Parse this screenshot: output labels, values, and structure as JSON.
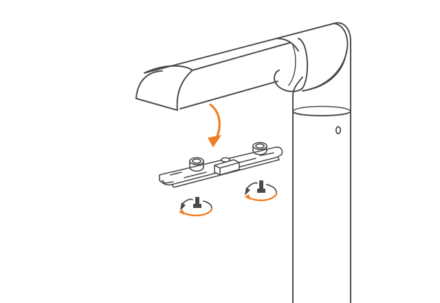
{
  "figure": {
    "parts": [
      "lamp-head",
      "vertical-pole",
      "mounting-plate",
      "thumb-screw-left",
      "thumb-screw-right"
    ],
    "colors": {
      "line": "#4a4a4a",
      "accent": "#f07d22",
      "background": "#ffffff"
    },
    "icons": [
      "curved-arrow-icon",
      "rotate-arrow-icon"
    ]
  }
}
